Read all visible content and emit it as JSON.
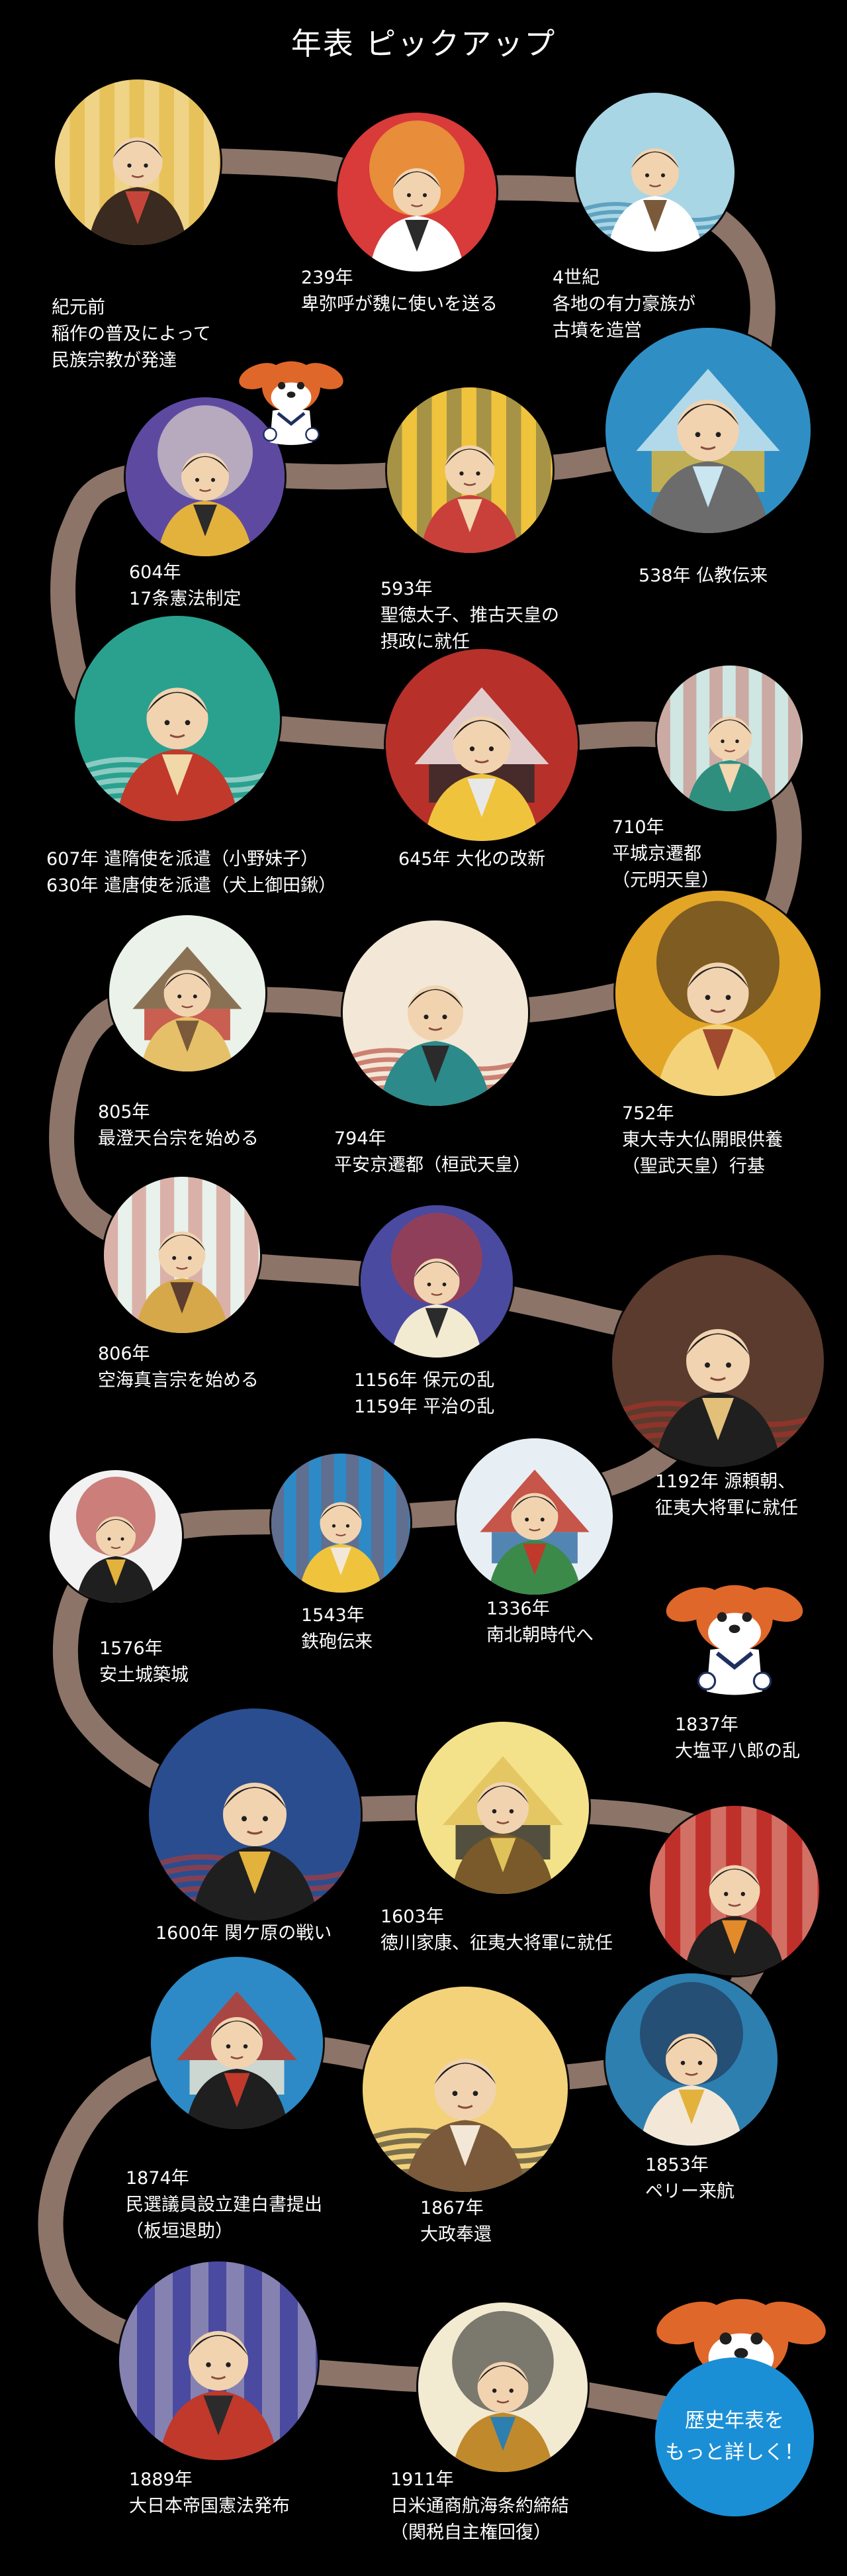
{
  "title": "年表 ピックアップ",
  "colors": {
    "background": "#000000",
    "path": "#8c7468",
    "cta": "#1b8fd6",
    "text": "#ffffff"
  },
  "events": [
    {
      "id": "e01",
      "lines": [
        "紀元前",
        "稲作の普及によって",
        "民族宗教が発達"
      ],
      "icon": "priestess-rice-icon",
      "palette": [
        "#e7c25a",
        "#fff4dc",
        "#3b2a1f",
        "#c6453b"
      ]
    },
    {
      "id": "e02",
      "lines": [
        "239年",
        "卑弥呼が魏に使いを送る"
      ],
      "icon": "himiko-mirror-icon",
      "palette": [
        "#d93a3a",
        "#f2c438",
        "#ffffff",
        "#2b2b2b"
      ]
    },
    {
      "id": "e03",
      "lines": [
        "4世紀",
        "各地の有力豪族が",
        "古墳を造営"
      ],
      "icon": "kofun-keyhole-icon",
      "palette": [
        "#a9d6e5",
        "#2f7fa6",
        "#ffffff",
        "#7a5a3a"
      ]
    },
    {
      "id": "e04",
      "lines": [
        "538年 仏教伝来"
      ],
      "icon": "buddha-statue-icon",
      "palette": [
        "#2f8fc4",
        "#e6b63a",
        "#6c6c6c",
        "#c9e6f1"
      ]
    },
    {
      "id": "e05",
      "lines": [
        "593年",
        "聖徳太子、推古天皇の",
        "摂政に就任"
      ],
      "icon": "shotoku-taishi-icon",
      "palette": [
        "#f0c33c",
        "#1d3a5a",
        "#c9403b",
        "#f2d7b0"
      ]
    },
    {
      "id": "e06",
      "lines": [
        "604年",
        "17条憲法制定"
      ],
      "icon": "constitution-scroll-icon",
      "palette": [
        "#5d4aa0",
        "#f3ead2",
        "#e3b23c",
        "#2b2b2b"
      ]
    },
    {
      "id": "e07",
      "lines": [
        "607年 遣隋使を派遣（小野妹子）",
        "630年 遣唐使を派遣（犬上御田鍬）"
      ],
      "icon": "envoy-ship-icon",
      "palette": [
        "#2aa18f",
        "#cfe8e4",
        "#c0392b",
        "#f0d8a8"
      ]
    },
    {
      "id": "e08",
      "lines": [
        "645年 大化の改新"
      ],
      "icon": "taika-reform-icon",
      "palette": [
        "#b8302a",
        "#2b2b2b",
        "#f0c33c",
        "#e8e8e8"
      ]
    },
    {
      "id": "e09",
      "lines": [
        "710年",
        "平城京遷都",
        "（元明天皇）"
      ],
      "icon": "heijo-palace-icon",
      "palette": [
        "#cfe6e3",
        "#c0392b",
        "#2f8f7f",
        "#f2d7b0"
      ]
    },
    {
      "id": "e10",
      "lines": [
        "752年",
        "東大寺大仏開眼供養",
        "（聖武天皇）行基"
      ],
      "icon": "great-buddha-icon",
      "palette": [
        "#e3a526",
        "#3a2b1f",
        "#f3d27a",
        "#a04a2f"
      ]
    },
    {
      "id": "e11",
      "lines": [
        "794年",
        "平安京遷都（桓武天皇）"
      ],
      "icon": "heian-emperor-icon",
      "palette": [
        "#f3e8d7",
        "#b33a2f",
        "#2c8a8a",
        "#2b2b2b"
      ]
    },
    {
      "id": "e12",
      "lines": [
        "805年",
        "最澄天台宗を始める"
      ],
      "icon": "saicho-pagoda-icon",
      "palette": [
        "#eaf2ea",
        "#c0392b",
        "#e6c068",
        "#7a5a3a"
      ]
    },
    {
      "id": "e13",
      "lines": [
        "806年",
        "空海真言宗を始める"
      ],
      "icon": "kukai-temple-icon",
      "palette": [
        "#e8f1ec",
        "#c0392b",
        "#d6a84a",
        "#5c3d2e"
      ]
    },
    {
      "id": "e14",
      "lines": [
        "1156年 保元の乱",
        "1159年 平治の乱"
      ],
      "icon": "hogen-war-icon",
      "palette": [
        "#4a4aa0",
        "#c0392b",
        "#f3ead2",
        "#2b2b2b"
      ]
    },
    {
      "id": "e15",
      "lines": [
        "1192年 源頼朝、",
        "征夷大将軍に就任"
      ],
      "icon": "yoritomo-armor-icon",
      "palette": [
        "#5a3b2e",
        "#b0302a",
        "#1f1f1f",
        "#e2c07a"
      ]
    },
    {
      "id": "e16",
      "lines": [
        "1336年",
        "南北朝時代へ"
      ],
      "icon": "nanbokucho-swords-icon",
      "palette": [
        "#e8eff4",
        "#2d6aa3",
        "#3b8a4a",
        "#c0392b"
      ]
    },
    {
      "id": "e17",
      "lines": [
        "1543年",
        "鉄砲伝来"
      ],
      "icon": "matchlock-gun-icon",
      "palette": [
        "#2d8ac6",
        "#c0392b",
        "#f0c33c",
        "#f3e8d7"
      ]
    },
    {
      "id": "e18",
      "lines": [
        "1576年",
        "安土城築城"
      ],
      "icon": "azuchi-castle-icon",
      "palette": [
        "#f2f2f2",
        "#b0302a",
        "#1f1f1f",
        "#e3b23c"
      ]
    },
    {
      "id": "e19",
      "lines": [
        "1600年 関ケ原の戦い"
      ],
      "icon": "sekigahara-battle-icon",
      "palette": [
        "#2a4d8f",
        "#c0392b",
        "#1f1f1f",
        "#e3b23c"
      ]
    },
    {
      "id": "e20",
      "lines": [
        "1603年",
        "徳川家康、征夷大将軍に就任"
      ],
      "icon": "ieyasu-crest-icon",
      "palette": [
        "#f3e28a",
        "#2b2b2b",
        "#7a5a2a",
        "#e0c25a"
      ]
    },
    {
      "id": "e21",
      "lines": [
        "1837年",
        "大塩平八郎の乱"
      ],
      "icon": "oshio-rebellion-icon",
      "palette": [
        "#c0302a",
        "#f3e8d7",
        "#1f1f1f",
        "#e38a2b"
      ]
    },
    {
      "id": "e22",
      "lines": [
        "1853年",
        "ペリー来航"
      ],
      "icon": "perry-ship-icon",
      "palette": [
        "#2d7fb0",
        "#1f2f4f",
        "#f3e8d7",
        "#e3b23c"
      ]
    },
    {
      "id": "e23",
      "lines": [
        "1867年",
        "大政奉還"
      ],
      "icon": "taisei-hokan-icon",
      "palette": [
        "#f3d27a",
        "#2b2b2b",
        "#7a5a3a",
        "#f3e8d7"
      ]
    },
    {
      "id": "e24",
      "lines": [
        "1874年",
        "民選議員設立建白書提出",
        "（板垣退助）"
      ],
      "icon": "itagaki-petition-icon",
      "palette": [
        "#2d8ac6",
        "#f3ead2",
        "#1f1f1f",
        "#c0392b"
      ]
    },
    {
      "id": "e25",
      "lines": [
        "1889年",
        "大日本帝国憲法発布"
      ],
      "icon": "meiji-constitution-icon",
      "palette": [
        "#4a4aa0",
        "#f3ead2",
        "#c0392b",
        "#2b2b2b"
      ]
    },
    {
      "id": "e26",
      "lines": [
        "1911年",
        "日米通商航海条約締結",
        "（関税自主権回復）"
      ],
      "icon": "treaty-signing-icon",
      "palette": [
        "#f3ead2",
        "#2b2b2b",
        "#c0892b",
        "#2d7fb0"
      ]
    }
  ],
  "mascot": {
    "icon": "dog-mascot-icon",
    "colors": [
      "#e0672a",
      "#ffffff",
      "#1f2f5f"
    ]
  },
  "cta": {
    "line1": "歴史年表を",
    "line2": "もっと詳しく！"
  }
}
